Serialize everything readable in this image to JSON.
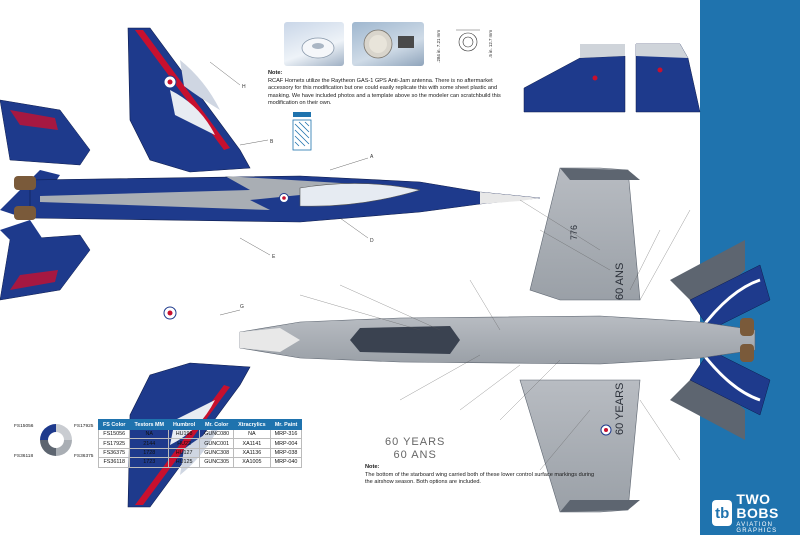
{
  "brand": {
    "mark": "tb",
    "name": "TWO BOBS",
    "sub": "AVIATION GRAPHICS"
  },
  "note_top": {
    "title": "Note:",
    "text": "RCAF Hornets utilize the Raytheon GAS-1 GPS Anti-Jam antenna.  There is no aftermarket accessory for this modification but one could easily replicate this with some sheet plastic and masking. We have included photos and a template above so the modeler can scratchbuild this modification on their own."
  },
  "note_bottom": {
    "title": "Note:",
    "text": "The bottom of the starboard wing carried both of these lower control surface markings during the airshow season. Both options are included."
  },
  "anniversary": {
    "line1": "60 YEARS",
    "line2": "60 ANS"
  },
  "dimensions": {
    "d1": ".284 in. 7.21 mm",
    "d2": ".5 in. 12.7 mm"
  },
  "callouts": [
    "A",
    "B",
    "D",
    "E",
    "G",
    "H"
  ],
  "aircraft_number": "776",
  "wing_text": "60 ANS",
  "wing_text2": "60 YEARS",
  "fs_swatch_labels": [
    "FS15056",
    "FS17925",
    "FS36118",
    "FS36375"
  ],
  "color_table": {
    "headers": [
      "FS Color",
      "Testors MM",
      "Humbrol",
      "Mr. Color",
      "Xtracrylics",
      "Mr. Paint"
    ],
    "rows": [
      [
        "FS15056",
        "NA",
        "HU198",
        "GUNC080",
        "NA",
        "MRP-316"
      ],
      [
        "FS17925",
        "2144",
        "HU22",
        "GUNC001",
        "XA1141",
        "MRP-004"
      ],
      [
        "FS36375",
        "1728",
        "HU127",
        "GUNC308",
        "XA1136",
        "MRP-038"
      ],
      [
        "FS36118",
        "1723",
        "HU125",
        "GUNC305",
        "XA1005",
        "MRP-040"
      ]
    ]
  },
  "colors": {
    "blue": "#1e3a8c",
    "dark_blue": "#14286b",
    "grey": "#a9aeb4",
    "dark_grey": "#5d6570",
    "brand": "#1f73ae",
    "red": "#c8102e"
  }
}
